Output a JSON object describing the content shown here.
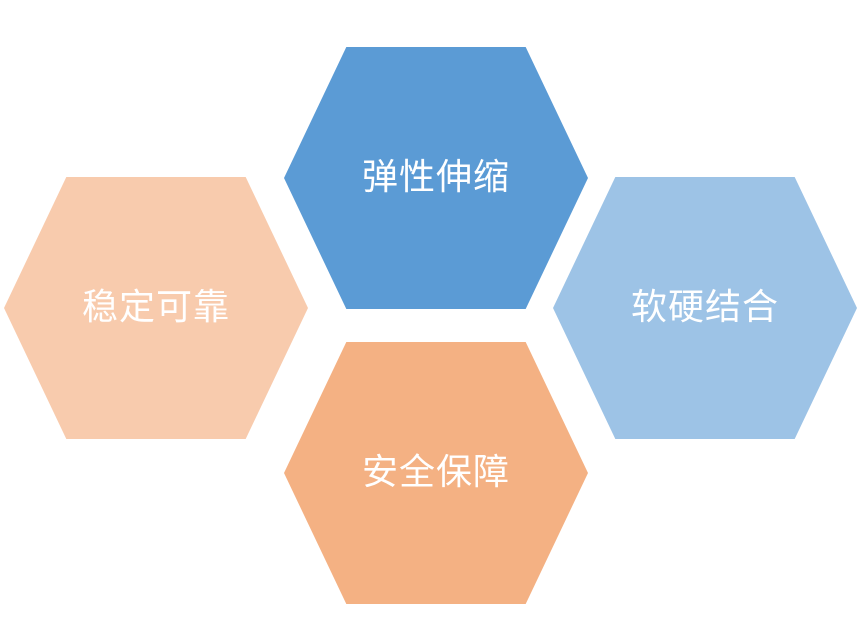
{
  "hexagons": {
    "top": {
      "label": "弹性伸缩",
      "color": "#5b9bd5"
    },
    "left": {
      "label": "稳定可靠",
      "color": "#f8cbad"
    },
    "right": {
      "label": "软硬结合",
      "color": "#9dc3e6"
    },
    "bottom": {
      "label": "安全保障",
      "color": "#f4b183"
    }
  }
}
